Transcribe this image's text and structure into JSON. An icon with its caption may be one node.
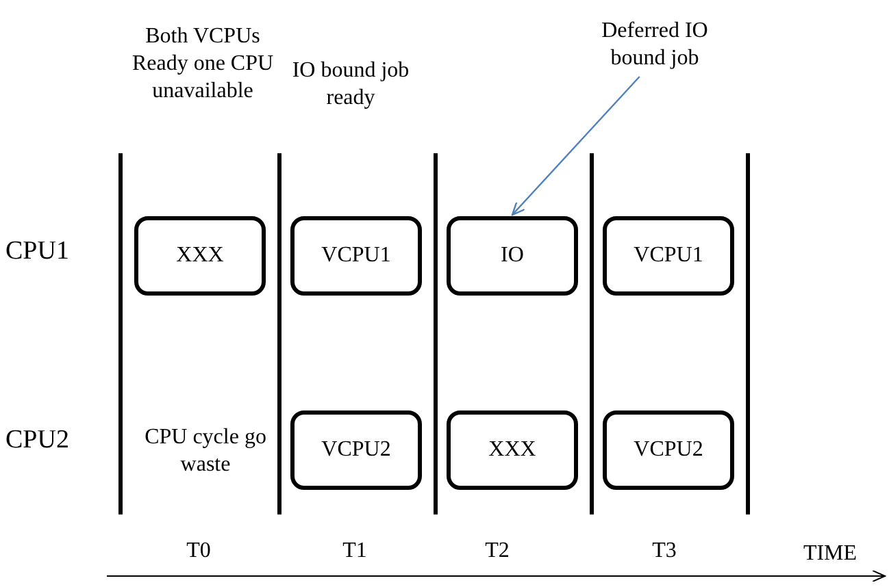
{
  "diagram": {
    "nodes": [
      {
        "text": [
          "Deferred IO bound job"
        ]
      },
      {
        "text": [
          "XXX"
        ]
      },
      {
        "text": [
          "VCPU1"
        ]
      },
      {
        "text": [
          "IO"
        ]
      },
      {
        "text": [
          "VCPU1"
        ]
      },
      {
        "text": [
          "VCPU2"
        ]
      },
      {
        "text": [
          "XXX"
        ]
      },
      {
        "text": [
          "VCPU2"
        ]
      }
    ],
    "edges": [
      {
        "from": 0,
        "to": 3,
        "arrow": "to",
        "color": "#4f81bd"
      }
    ],
    "labels": [
      "Both VCPUs Ready one CPU unavailable",
      "IO bound job ready",
      "CPU1",
      "CPU2",
      "CPU cycle go waste",
      "T0",
      "T1",
      "T2",
      "T3",
      "TIME"
    ]
  }
}
